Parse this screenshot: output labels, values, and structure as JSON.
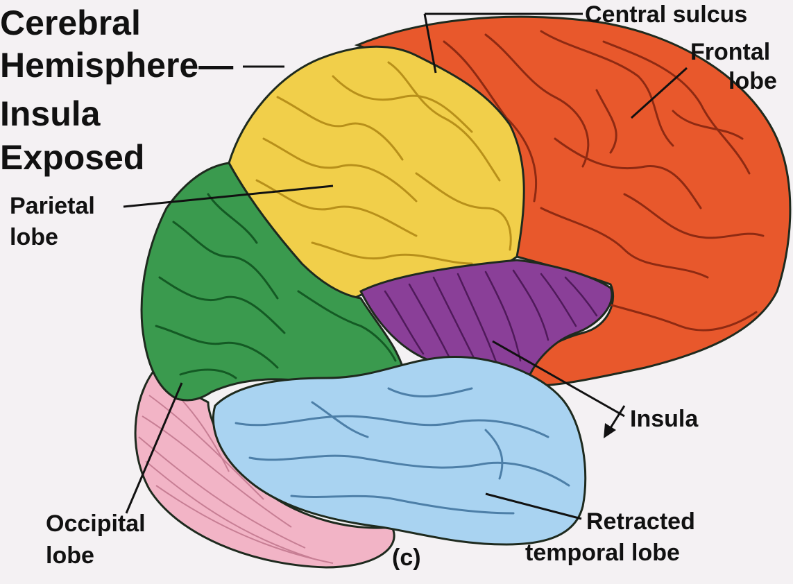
{
  "title": {
    "line1": "Cerebral",
    "line2": "Hemisphere—",
    "line3": "Insula",
    "line4": "Exposed"
  },
  "labels": {
    "central_sulcus": "Central sulcus",
    "frontal_1": "Frontal",
    "frontal_2": "lobe",
    "parietal_1": "Parietal",
    "parietal_2": "lobe",
    "insula": "Insula",
    "occipital_1": "Occipital",
    "occipital_2": "lobe",
    "temporal_1": "Retracted",
    "temporal_2": "temporal lobe",
    "panel": "(c)"
  },
  "colors": {
    "background": "#f4f1f3",
    "frontal": "#e8582c",
    "parietal": "#f1cf4a",
    "occipital": "#3a9a4e",
    "insula": "#8a3f98",
    "temporal": "#a9d3f1",
    "cerebellum": "#f2b4c6",
    "outline": "#1e2a1e"
  }
}
